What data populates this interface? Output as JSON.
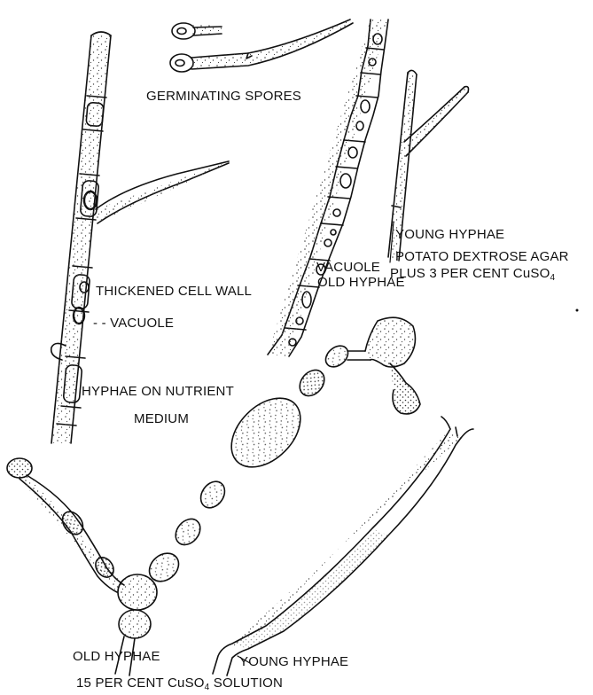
{
  "labels": {
    "germinating_spores": "GERMINATING SPORES",
    "young_hyphae_top": "YOUNG HYPHAE",
    "potato_dextrose_agar": "POTATO DEXTROSE AGAR",
    "plus_cuso4_prefix": "PLUS 3 PER CENT CuSO",
    "plus_cuso4_subscript": "4",
    "vacuole_right": "VACUOLE",
    "old_hyphae_top": "OLD HYPHAE",
    "thickened_cell_wall": "THICKENED CELL WALL",
    "vacuole_left": "- - VACUOLE",
    "hyphae_nutrient_line1": "HYPHAE ON NUTRIENT",
    "hyphae_nutrient_line2": "MEDIUM",
    "old_hyphae_bottom": "OLD HYPHAE",
    "young_hyphae_bottom": "YOUNG HYPHAE",
    "solution_prefix": "15 PER CENT CuSO",
    "solution_subscript": "4",
    "solution_suffix": " SOLUTION"
  },
  "colors": {
    "ink": "#111111",
    "paper": "#ffffff",
    "stipple": "#444444"
  }
}
